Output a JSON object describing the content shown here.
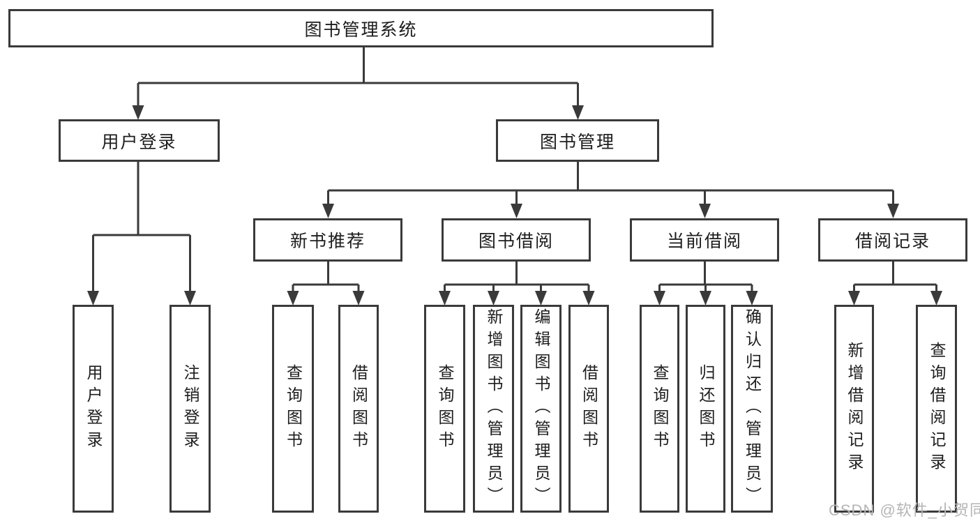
{
  "tree": {
    "root": "图书管理系统",
    "children": [
      {
        "label": "用户登录",
        "children": [
          "用户登录",
          "注销登录"
        ]
      },
      {
        "label": "图书管理",
        "children": [
          {
            "label": "新书推荐",
            "children": [
              "查询图书",
              "借阅图书"
            ]
          },
          {
            "label": "图书借阅",
            "children": [
              "查询图书",
              "新增图书（管理员）",
              "编辑图书（管理员）",
              "借阅图书"
            ]
          },
          {
            "label": "当前借阅",
            "children": [
              "查询图书",
              "归还图书",
              "确认归还（管理员）"
            ]
          },
          {
            "label": "借阅记录",
            "children": [
              "新增借阅记录",
              "查询借阅记录"
            ]
          }
        ]
      }
    ]
  },
  "colors": {
    "line": "#3a3a3a",
    "text": "#1d1d1d",
    "background": "#ffffff",
    "watermark": "#b5b5b5"
  },
  "watermark": {
    "text": "CSDN @软件_小贺同学"
  }
}
